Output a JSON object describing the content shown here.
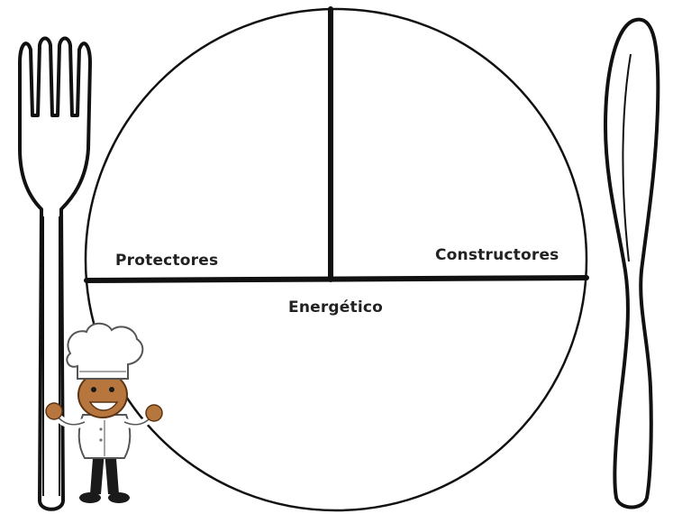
{
  "plate": {
    "sections": [
      {
        "id": "protectores",
        "label": "Protectores"
      },
      {
        "id": "constructores",
        "label": "Constructores"
      },
      {
        "id": "energetico",
        "label": "Energético"
      }
    ]
  },
  "illustrations": {
    "left_utensil": "fork",
    "right_utensil": "knife",
    "character": "cartoon-chef"
  },
  "colors": {
    "line": "#111111",
    "background": "#ffffff",
    "chef_skin": "#b8763f",
    "chef_hat": "#ffffff"
  }
}
